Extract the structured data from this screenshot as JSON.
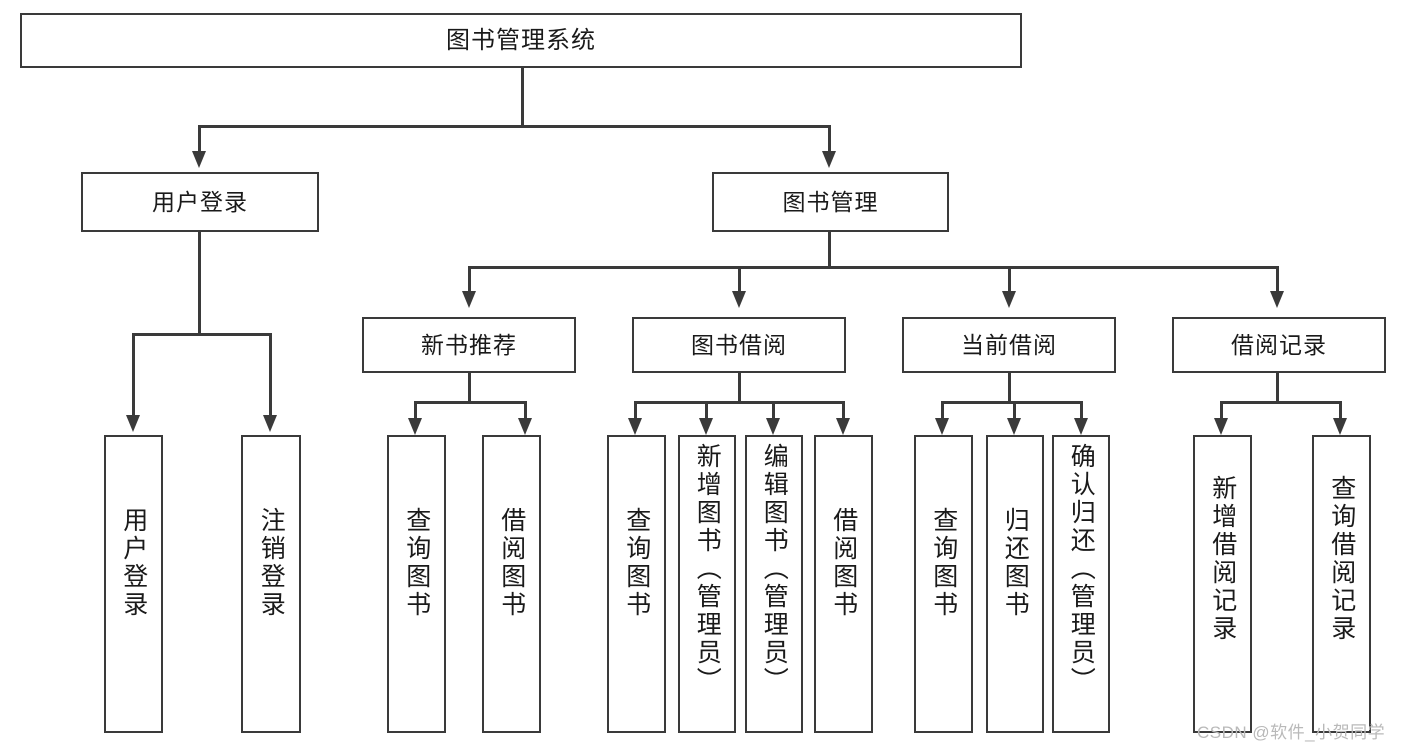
{
  "diagram": {
    "title": "图书管理系统",
    "type": "功能结构图",
    "watermark": "CSDN @软件_小贺同学",
    "colors": {
      "stroke": "#3a3a3a",
      "fill": "#ffffff",
      "text": "#1a1a1a",
      "watermark": "#b9b9b9"
    },
    "levels": {
      "root": "图书管理系统",
      "level1": [
        "用户登录",
        "图书管理"
      ],
      "level2": [
        "新书推荐",
        "图书借阅",
        "当前借阅",
        "借阅记录"
      ]
    },
    "nodes": {
      "root": {
        "label": "图书管理系统"
      },
      "user_login": {
        "label": "用户登录"
      },
      "book_mgmt": {
        "label": "图书管理"
      },
      "new_book_rec": {
        "label": "新书推荐"
      },
      "book_borrow": {
        "label": "图书借阅"
      },
      "current_borrow": {
        "label": "当前借阅"
      },
      "borrow_record": {
        "label": "借阅记录"
      },
      "leaf_user_login": {
        "label": "用户登录"
      },
      "leaf_logout": {
        "label": "注销登录"
      },
      "leaf_query_book_1": {
        "label": "查询图书"
      },
      "leaf_borrow_book_1": {
        "label": "借阅图书"
      },
      "leaf_query_book_2": {
        "label": "查询图书"
      },
      "leaf_add_book": {
        "label": "新增图书（管理员）"
      },
      "leaf_edit_book": {
        "label": "编辑图书（管理员）"
      },
      "leaf_borrow_book_2": {
        "label": "借阅图书"
      },
      "leaf_query_book_3": {
        "label": "查询图书"
      },
      "leaf_return_book": {
        "label": "归还图书"
      },
      "leaf_confirm_return": {
        "label": "确认归还（管理员）"
      },
      "leaf_add_record": {
        "label": "新增借阅记录"
      },
      "leaf_query_record": {
        "label": "查询借阅记录"
      }
    },
    "tree": {
      "name": "图书管理系统",
      "children": [
        {
          "name": "用户登录",
          "children": [
            {
              "name": "用户登录"
            },
            {
              "name": "注销登录"
            }
          ]
        },
        {
          "name": "图书管理",
          "children": [
            {
              "name": "新书推荐",
              "children": [
                {
                  "name": "查询图书"
                },
                {
                  "name": "借阅图书"
                }
              ]
            },
            {
              "name": "图书借阅",
              "children": [
                {
                  "name": "查询图书"
                },
                {
                  "name": "新增图书（管理员）"
                },
                {
                  "name": "编辑图书（管理员）"
                },
                {
                  "name": "借阅图书"
                }
              ]
            },
            {
              "name": "当前借阅",
              "children": [
                {
                  "name": "查询图书"
                },
                {
                  "name": "归还图书"
                },
                {
                  "name": "确认归还（管理员）"
                }
              ]
            },
            {
              "name": "借阅记录",
              "children": [
                {
                  "name": "新增借阅记录"
                },
                {
                  "name": "查询借阅记录"
                }
              ]
            }
          ]
        }
      ]
    }
  }
}
